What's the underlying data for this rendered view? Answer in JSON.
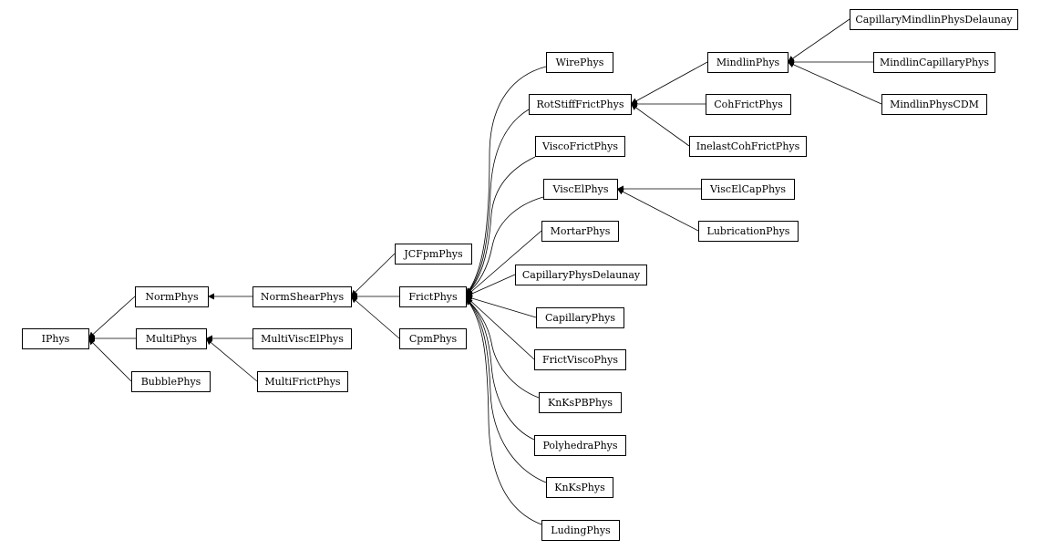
{
  "diagram": {
    "nodes": [
      {
        "id": "IPhys",
        "label": "IPhys"
      },
      {
        "id": "NormPhys",
        "label": "NormPhys"
      },
      {
        "id": "MultiPhys",
        "label": "MultiPhys"
      },
      {
        "id": "BubblePhys",
        "label": "BubblePhys"
      },
      {
        "id": "NormShearPhys",
        "label": "NormShearPhys"
      },
      {
        "id": "MultiViscElPhys",
        "label": "MultiViscElPhys"
      },
      {
        "id": "MultiFrictPhys",
        "label": "MultiFrictPhys"
      },
      {
        "id": "JCFpmPhys",
        "label": "JCFpmPhys"
      },
      {
        "id": "FrictPhys",
        "label": "FrictPhys"
      },
      {
        "id": "CpmPhys",
        "label": "CpmPhys"
      },
      {
        "id": "WirePhys",
        "label": "WirePhys"
      },
      {
        "id": "RotStiffFrictPhys",
        "label": "RotStiffFrictPhys"
      },
      {
        "id": "ViscoFrictPhys",
        "label": "ViscoFrictPhys"
      },
      {
        "id": "ViscElPhys",
        "label": "ViscElPhys"
      },
      {
        "id": "MortarPhys",
        "label": "MortarPhys"
      },
      {
        "id": "CapillaryPhysDelaunay",
        "label": "CapillaryPhysDelaunay"
      },
      {
        "id": "CapillaryPhys",
        "label": "CapillaryPhys"
      },
      {
        "id": "FrictViscoPhys",
        "label": "FrictViscoPhys"
      },
      {
        "id": "KnKsPBPhys",
        "label": "KnKsPBPhys"
      },
      {
        "id": "PolyhedraPhys",
        "label": "PolyhedraPhys"
      },
      {
        "id": "KnKsPhys",
        "label": "KnKsPhys"
      },
      {
        "id": "LudingPhys",
        "label": "LudingPhys"
      },
      {
        "id": "MindlinPhys",
        "label": "MindlinPhys"
      },
      {
        "id": "CohFrictPhys",
        "label": "CohFrictPhys"
      },
      {
        "id": "InelastCohFrictPhys",
        "label": "InelastCohFrictPhys"
      },
      {
        "id": "ViscElCapPhys",
        "label": "ViscElCapPhys"
      },
      {
        "id": "LubricationPhys",
        "label": "LubricationPhys"
      },
      {
        "id": "CapillaryMindlinPhysDelaunay",
        "label": "CapillaryMindlinPhysDelaunay"
      },
      {
        "id": "MindlinCapillaryPhys",
        "label": "MindlinCapillaryPhys"
      },
      {
        "id": "MindlinPhysCDM",
        "label": "MindlinPhysCDM"
      }
    ],
    "edges": [
      {
        "from": "NormPhys",
        "to": "IPhys"
      },
      {
        "from": "MultiPhys",
        "to": "IPhys"
      },
      {
        "from": "BubblePhys",
        "to": "IPhys"
      },
      {
        "from": "NormShearPhys",
        "to": "NormPhys"
      },
      {
        "from": "MultiViscElPhys",
        "to": "MultiPhys"
      },
      {
        "from": "MultiFrictPhys",
        "to": "MultiPhys"
      },
      {
        "from": "JCFpmPhys",
        "to": "NormShearPhys"
      },
      {
        "from": "FrictPhys",
        "to": "NormShearPhys"
      },
      {
        "from": "CpmPhys",
        "to": "NormShearPhys"
      },
      {
        "from": "WirePhys",
        "to": "FrictPhys"
      },
      {
        "from": "RotStiffFrictPhys",
        "to": "FrictPhys"
      },
      {
        "from": "ViscoFrictPhys",
        "to": "FrictPhys"
      },
      {
        "from": "ViscElPhys",
        "to": "FrictPhys"
      },
      {
        "from": "MortarPhys",
        "to": "FrictPhys"
      },
      {
        "from": "CapillaryPhysDelaunay",
        "to": "FrictPhys"
      },
      {
        "from": "CapillaryPhys",
        "to": "FrictPhys"
      },
      {
        "from": "FrictViscoPhys",
        "to": "FrictPhys"
      },
      {
        "from": "KnKsPBPhys",
        "to": "FrictPhys"
      },
      {
        "from": "PolyhedraPhys",
        "to": "FrictPhys"
      },
      {
        "from": "KnKsPhys",
        "to": "FrictPhys"
      },
      {
        "from": "LudingPhys",
        "to": "FrictPhys"
      },
      {
        "from": "MindlinPhys",
        "to": "RotStiffFrictPhys"
      },
      {
        "from": "CohFrictPhys",
        "to": "RotStiffFrictPhys"
      },
      {
        "from": "InelastCohFrictPhys",
        "to": "RotStiffFrictPhys"
      },
      {
        "from": "ViscElCapPhys",
        "to": "ViscElPhys"
      },
      {
        "from": "LubricationPhys",
        "to": "ViscElPhys"
      },
      {
        "from": "CapillaryMindlinPhysDelaunay",
        "to": "MindlinPhys"
      },
      {
        "from": "MindlinCapillaryPhys",
        "to": "MindlinPhys"
      },
      {
        "from": "MindlinPhysCDM",
        "to": "MindlinPhys"
      }
    ]
  }
}
